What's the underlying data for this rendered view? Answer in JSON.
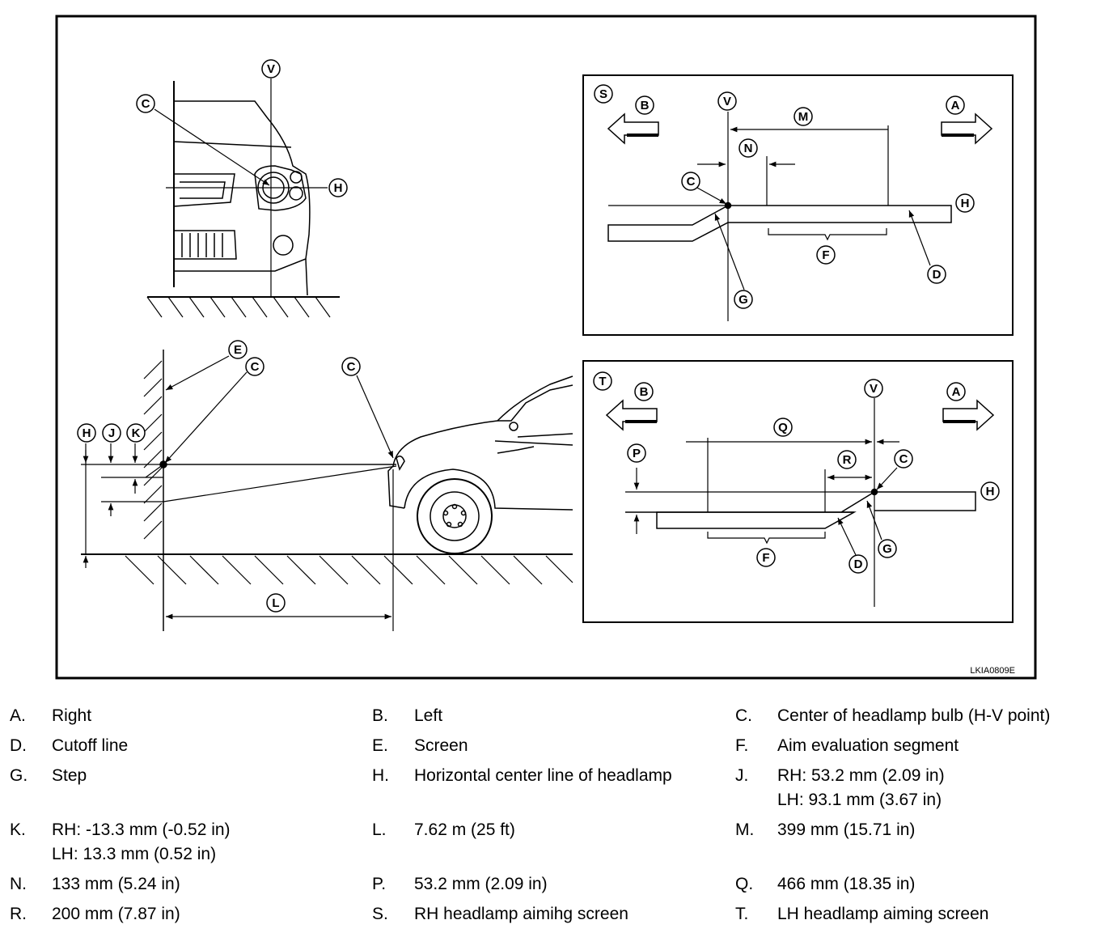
{
  "figure": {
    "code": "LKIA0809E",
    "labels": {
      "A": "A",
      "B": "B",
      "C": "C",
      "D": "D",
      "E": "E",
      "F": "F",
      "G": "G",
      "H": "H",
      "J": "J",
      "K": "K",
      "L": "L",
      "M": "M",
      "N": "N",
      "P": "P",
      "Q": "Q",
      "R": "R",
      "S": "S",
      "T": "T",
      "V": "V"
    }
  },
  "legend": [
    {
      "letter": "A.",
      "text": "Right"
    },
    {
      "letter": "B.",
      "text": "Left"
    },
    {
      "letter": "C.",
      "text": "Center of headlamp bulb (H-V point)"
    },
    {
      "letter": "D.",
      "text": "Cutoff line"
    },
    {
      "letter": "E.",
      "text": "Screen"
    },
    {
      "letter": "F.",
      "text": "Aim evaluation segment"
    },
    {
      "letter": "G.",
      "text": "Step"
    },
    {
      "letter": "H.",
      "text": "Horizontal center line of headlamp"
    },
    {
      "letter": "J.",
      "text": "RH: 53.2 mm (2.09 in)\nLH: 93.1 mm (3.67 in)"
    },
    {
      "letter": "K.",
      "text": "RH: -13.3 mm (-0.52 in)\nLH: 13.3 mm (0.52 in)"
    },
    {
      "letter": "L.",
      "text": "7.62 m (25 ft)"
    },
    {
      "letter": "M.",
      "text": "399 mm (15.71 in)"
    },
    {
      "letter": "N.",
      "text": "133 mm (5.24 in)"
    },
    {
      "letter": "P.",
      "text": "53.2 mm (2.09 in)"
    },
    {
      "letter": "Q.",
      "text": "466 mm (18.35 in)"
    },
    {
      "letter": "R.",
      "text": "200 mm (7.87 in)"
    },
    {
      "letter": "S.",
      "text": "RH headlamp aimihg screen"
    },
    {
      "letter": "T.",
      "text": "LH headlamp aiming screen"
    }
  ]
}
